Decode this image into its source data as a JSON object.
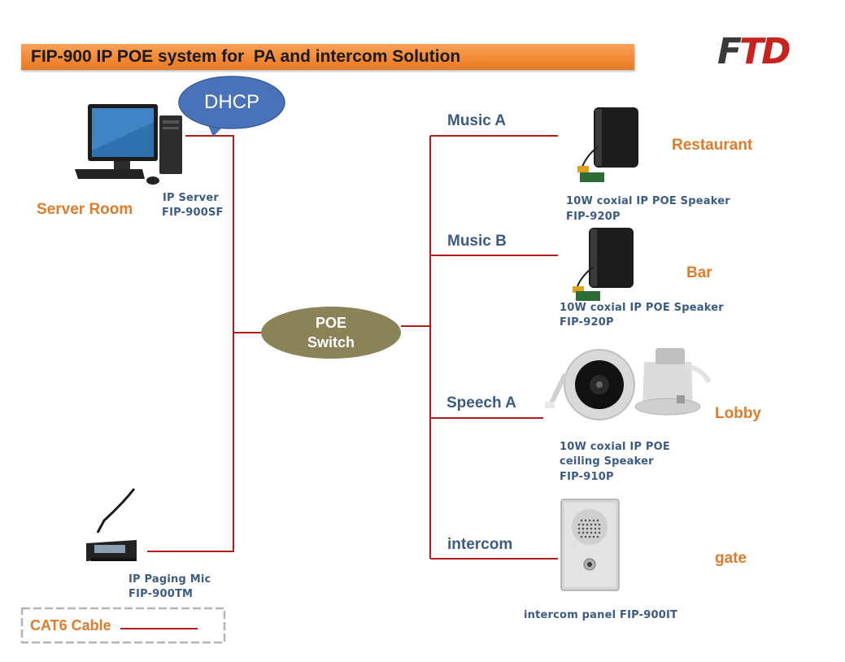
{
  "title": "FIP-900 IP POE system for  PA and intercom Solution",
  "logo": {
    "first": "F",
    "rest": "TD",
    "brand_color": "#c8221f"
  },
  "colors": {
    "cable": "#b71c1c",
    "switch": "#8b8358",
    "dhcp": "#4a72b8",
    "orange": "#e07b2a",
    "blue": "#3b5b86"
  },
  "dhcp": {
    "label": "DHCP"
  },
  "switch": {
    "line1": "POE",
    "line2": "Switch"
  },
  "server": {
    "location": "Server Room",
    "name": "IP Server",
    "model": "FIP-900SF",
    "icon": "desktop-computer-icon"
  },
  "mic": {
    "name": "IP Paging Mic",
    "model": "FIP-900TM",
    "icon": "gooseneck-microphone-icon"
  },
  "zones": [
    {
      "zone": "Music A",
      "place": "Restaurant",
      "desc": "10W coxial IP  POE Speaker",
      "model": "FIP-920P",
      "icon": "wall-speaker-icon"
    },
    {
      "zone": "Music B",
      "place": "Bar",
      "desc": "10W coxial IP  POE Speaker",
      "model": "FIP-920P",
      "icon": "wall-speaker-icon"
    },
    {
      "zone": "Speech A",
      "place": "Lobby",
      "desc1": "10W coxial IP  POE",
      "desc2": "ceiling Speaker",
      "model": "FIP-910P",
      "icon": "ceiling-speaker-icon"
    },
    {
      "zone": "intercom",
      "place": "gate",
      "desc": "intercom panel FIP-900IT",
      "icon": "intercom-panel-icon"
    }
  ],
  "legend": {
    "label": "CAT6 Cable"
  }
}
